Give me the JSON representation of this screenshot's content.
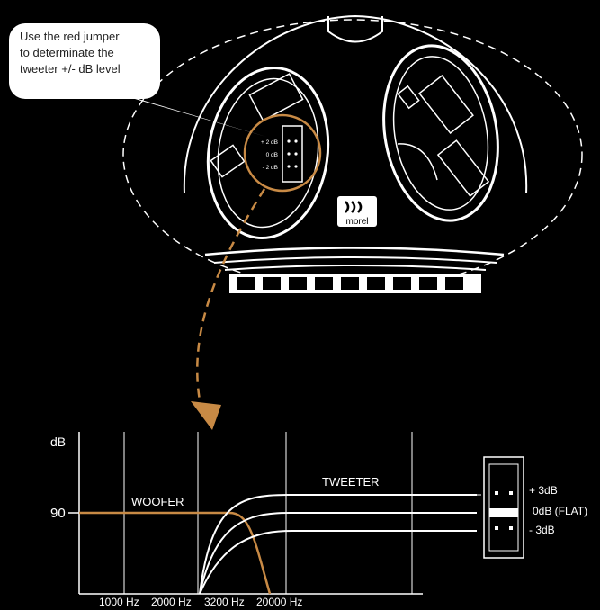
{
  "callout": {
    "lines": [
      "Use the red jumper",
      "to determinate the",
      "tweeter +/- dB level"
    ]
  },
  "jumper_small": {
    "labels": [
      "+ 2 dB",
      "0 dB",
      "- 2 dB"
    ]
  },
  "logo": {
    "text": "morel"
  },
  "chart": {
    "ylabel": "dB",
    "y_reference": "90",
    "woofer_label": "WOOFER",
    "tweeter_label": "TWEETER",
    "x_ticks": [
      "1000 Hz",
      "2000 Hz",
      "3200 Hz",
      "20000 Hz"
    ]
  },
  "jumper_large": {
    "labels": [
      "+ 3dB",
      "0dB (FLAT)",
      "- 3dB"
    ]
  },
  "colors": {
    "accent": "#c88a45",
    "line": "#ffffff",
    "background": "#000000",
    "jumper_red": "#ffffff"
  }
}
